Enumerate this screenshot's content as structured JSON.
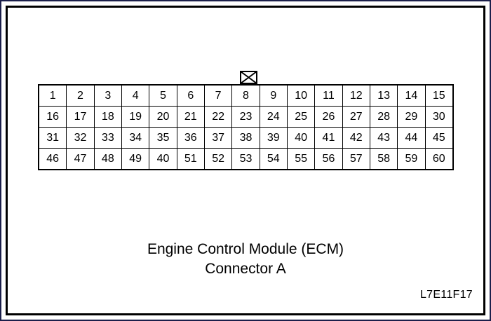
{
  "figure": {
    "frame_color": "#1b1f4b",
    "border_color": "#000000",
    "background": "#ffffff"
  },
  "connector": {
    "latch_icon": "crossed-box-latch-icon",
    "columns": 15,
    "rows": 4,
    "pin_rows": [
      [
        "1",
        "2",
        "3",
        "4",
        "5",
        "6",
        "7",
        "8",
        "9",
        "10",
        "11",
        "12",
        "13",
        "14",
        "15"
      ],
      [
        "16",
        "17",
        "18",
        "19",
        "20",
        "21",
        "22",
        "23",
        "24",
        "25",
        "26",
        "27",
        "28",
        "29",
        "30"
      ],
      [
        "31",
        "32",
        "33",
        "34",
        "35",
        "36",
        "37",
        "38",
        "39",
        "40",
        "41",
        "42",
        "43",
        "44",
        "45"
      ],
      [
        "46",
        "47",
        "48",
        "49",
        "40",
        "51",
        "52",
        "53",
        "54",
        "55",
        "56",
        "57",
        "58",
        "59",
        "60"
      ]
    ]
  },
  "caption": {
    "line1": "Engine Control Module (ECM)",
    "line2": "Connector A"
  },
  "reference": {
    "code": "L7E11F17"
  }
}
